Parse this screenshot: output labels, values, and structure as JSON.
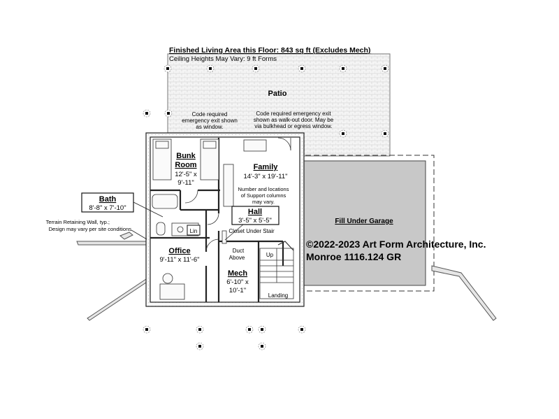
{
  "header": {
    "title": "Finished Living Area this Floor: 843 sq ft (Excludes Mech)",
    "subtitle": "Ceiling Heights May Vary: 9 ft Forms"
  },
  "patio": {
    "label": "Patio"
  },
  "notes": {
    "egress_left": [
      "Code required",
      "emergency exit shown",
      "as window."
    ],
    "egress_right": [
      "Code required emergency exit",
      "shown as walk-out door. May be",
      "via bulkhead or egress window."
    ],
    "support_columns": [
      "Number and locations",
      "of Support columns",
      "may vary."
    ],
    "retaining_wall": [
      "Terrain Retaining Wall, typ.;",
      "Design may vary per site conditions"
    ],
    "closet": "Closet Under Stair",
    "duct": [
      "Duct",
      "Above"
    ],
    "up": "Up",
    "landing": "Landing",
    "lin": "Lin"
  },
  "rooms": {
    "bunk": {
      "name": [
        "Bunk",
        "Room"
      ],
      "dims": [
        "12'-5\" x",
        "9'-11\""
      ]
    },
    "family": {
      "name": "Family",
      "dims": "14'-3\" x 19'-11\""
    },
    "bath": {
      "name": "Bath",
      "dims": "8'-8\" x 7'-10\""
    },
    "hall": {
      "name": "Hall",
      "dims": "3'-5\" x 5'-5\""
    },
    "office": {
      "name": "Office",
      "dims": "9'-11\" x 11'-6\""
    },
    "mech": {
      "name": "Mech",
      "dims": [
        "6'-10\" x",
        "10'-1\""
      ]
    },
    "garage": {
      "name": "Fill Under Garage"
    }
  },
  "watermark": {
    "line1": "©2022-2023 Art Form Architecture, Inc.",
    "line2": "Monroe 1116.124 GR"
  }
}
